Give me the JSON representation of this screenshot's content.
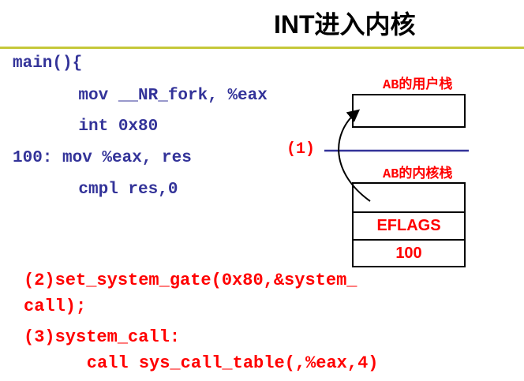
{
  "slide": {
    "title": "INT进入内核",
    "colors": {
      "rule": "#c5c83a",
      "code_blue": "#333399",
      "accent_red": "#ff0000",
      "divider_blue": "#333399"
    }
  },
  "code_block": {
    "lines": [
      "main(){",
      "    mov __NR_fork, %eax",
      "    int 0x80",
      "100: mov %eax, res",
      "    cmpl res,0"
    ]
  },
  "diagram": {
    "step1_label": "(1)",
    "user_stack_label": "AB的用户栈",
    "kernel_stack_label": "AB的内核栈",
    "kernel_stack_cells": [
      "",
      "EFLAGS",
      "100"
    ]
  },
  "notes": {
    "step2_line1": "(2)set_system_gate(0x80,&system_",
    "step2_line2": "call);",
    "step3_line1": "(3)system_call:",
    "step3_line2": "    call sys_call_table(,%eax,4)"
  }
}
